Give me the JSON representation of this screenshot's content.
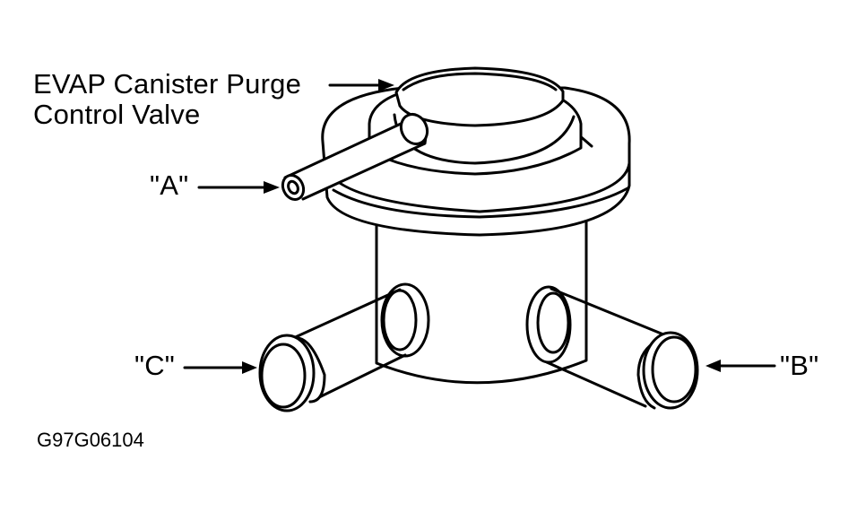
{
  "title_lines": [
    "EVAP Canister Purge",
    "Control Valve"
  ],
  "port_labels": {
    "a": "\"A\"",
    "b": "\"B\"",
    "c": "\"C\""
  },
  "figure_code": "G97G06104"
}
